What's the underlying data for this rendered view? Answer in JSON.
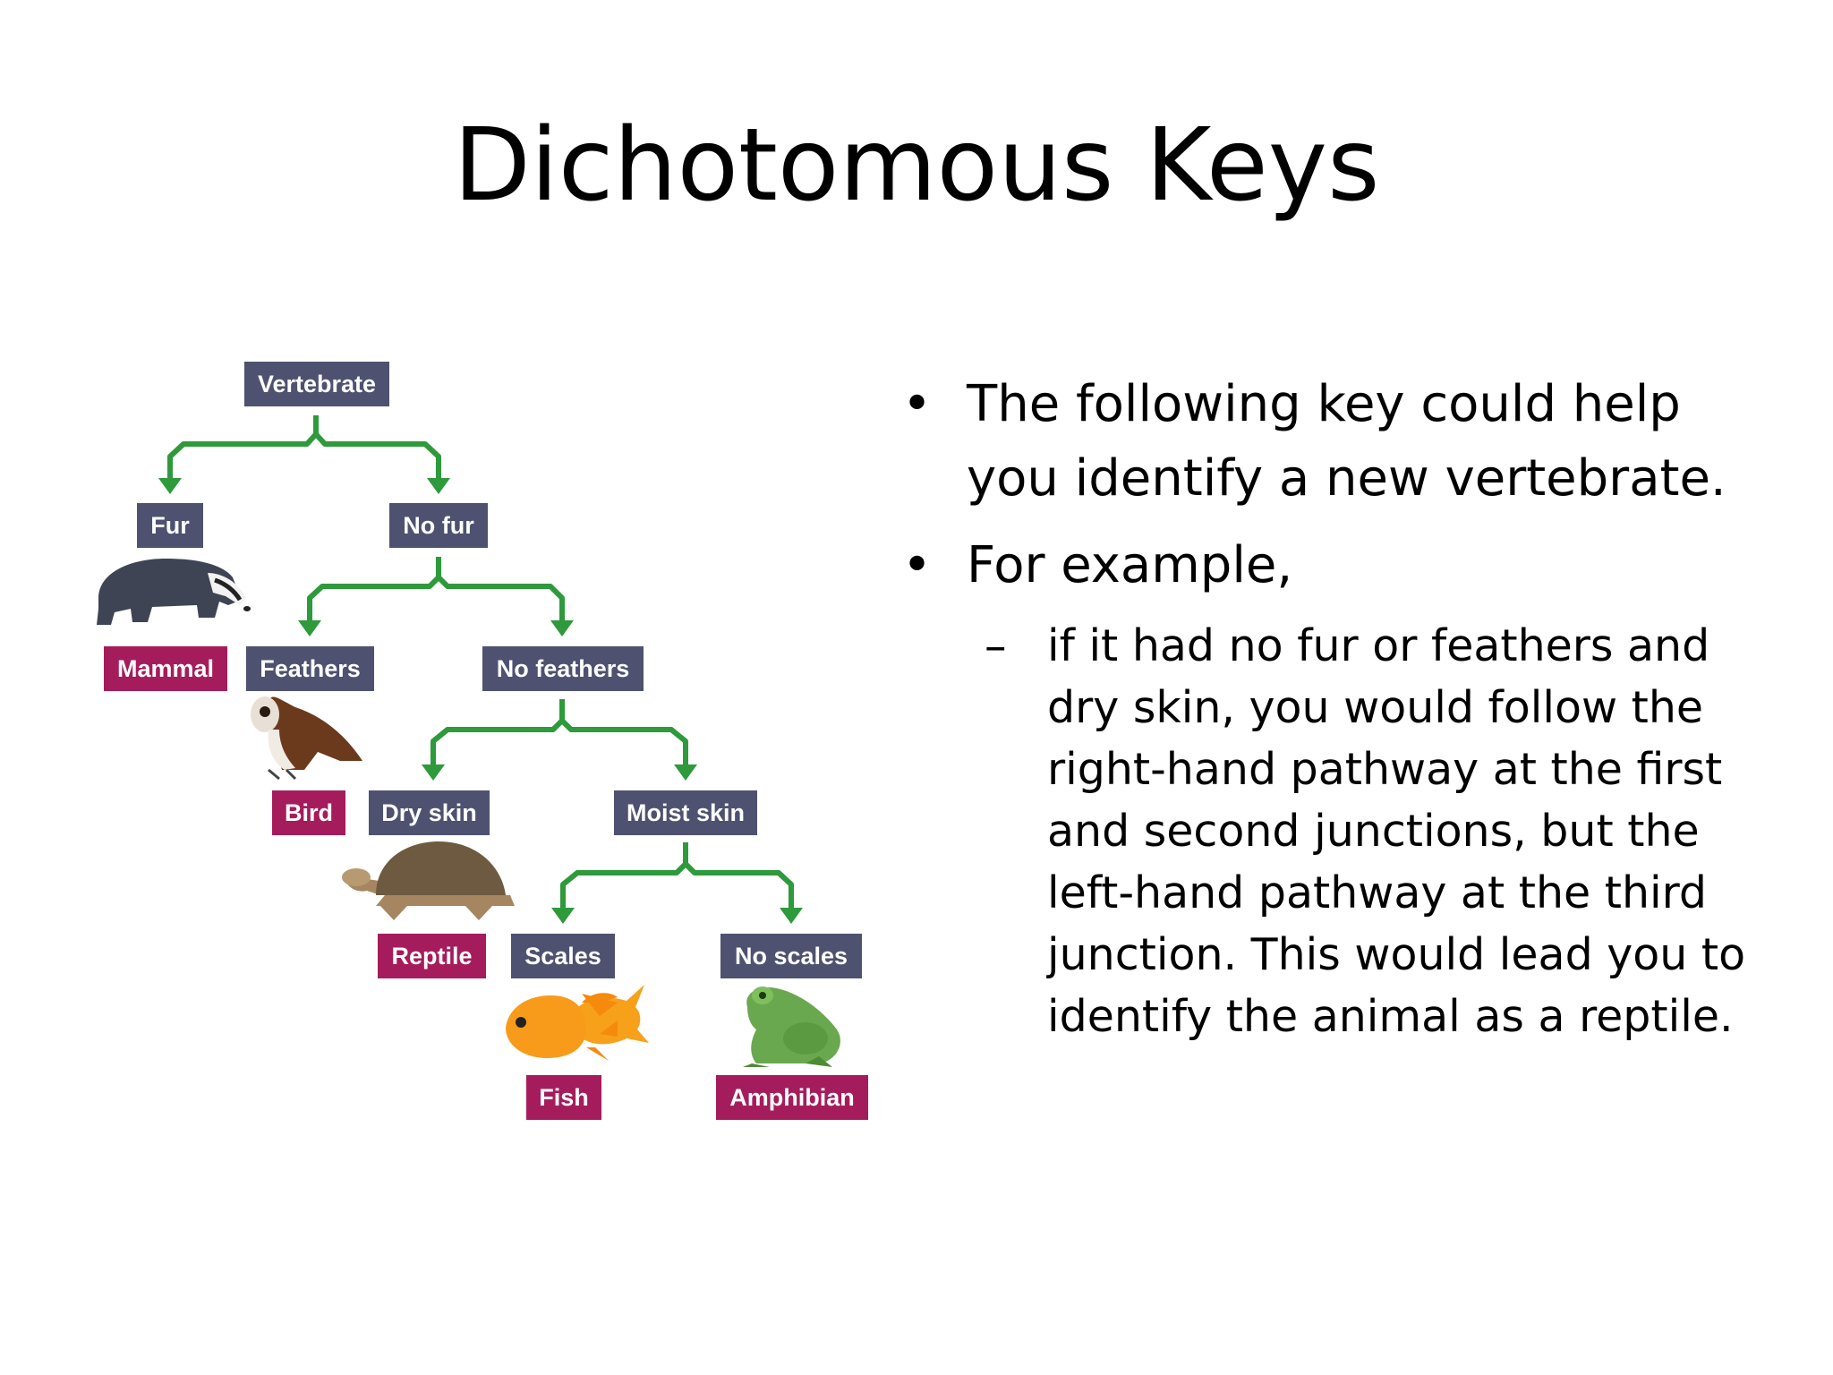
{
  "title": "Dichotomous Keys",
  "diagram": {
    "nodes": {
      "vertebrate": "Vertebrate",
      "fur": "Fur",
      "no_fur": "No fur",
      "mammal": "Mammal",
      "feathers": "Feathers",
      "no_feathers": "No feathers",
      "bird": "Bird",
      "dry_skin": "Dry skin",
      "moist_skin": "Moist skin",
      "reptile": "Reptile",
      "scales": "Scales",
      "no_scales": "No scales",
      "fish": "Fish",
      "amphibian": "Amphibian"
    },
    "colors": {
      "trait": "#4e5270",
      "group": "#a51c5c",
      "arrow": "#2e9a3b"
    },
    "animal_icons": [
      "badger-icon",
      "owl-icon",
      "tortoise-icon",
      "goldfish-icon",
      "frog-icon"
    ]
  },
  "bullets": {
    "b1": "The following key could help you identify a new vertebrate.",
    "b2": "For example,",
    "sub": "if it had no fur or feathers and dry skin, you would follow the right-hand pathway at the first and second junctions, but the left-hand pathway at the third junction. This would lead you to identify the animal as a reptile."
  }
}
